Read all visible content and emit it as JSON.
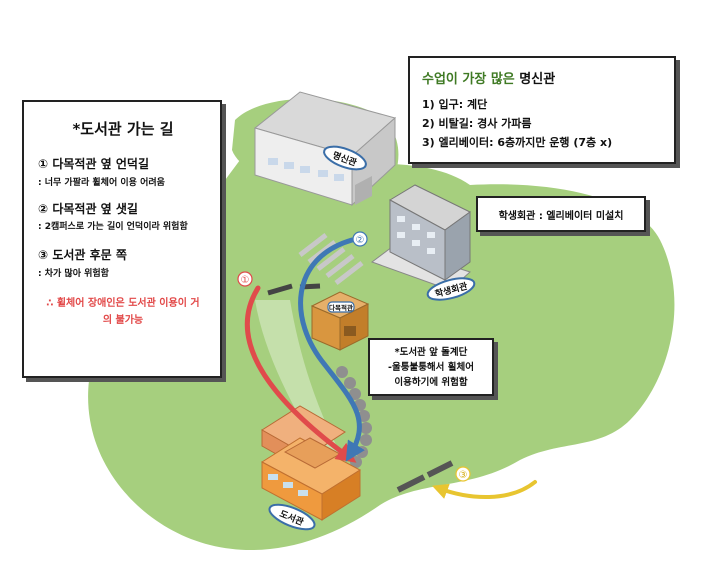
{
  "buildings": {
    "myeongsin": "명신관",
    "student_hall": "학생회관",
    "library": "도서관",
    "multipurpose": "다목적관"
  },
  "route_markers": [
    "①",
    "②",
    "③"
  ],
  "myeongsin_box": {
    "title_highlight": "수업이 가장 많은",
    "title_rest": " 명신관",
    "lines": [
      "1) 입구: 계단",
      "2) 비탈길: 경사 가파름",
      "3) 엘리베이터: 6층까지만 운행 (7층 x)"
    ]
  },
  "library_box": {
    "title": "*도서관 가는 길",
    "routes": [
      {
        "head": "① 다목적관 옆 언덕길",
        "desc": ": 너무 가팔라 휠체어 이용 어려움"
      },
      {
        "head": "② 다목적관 옆 샛길",
        "desc": ": 2캠퍼스로 가는 길이 언덕이라 위험함"
      },
      {
        "head": "③ 도서관 후문 쪽",
        "desc": ": 차가 많아 위험함"
      }
    ],
    "conclusion": "∴ 휠체어 장애인은 도서관 이용이 거의 불가능"
  },
  "student_box": {
    "text": "학생회관 : 엘리베이터 미설치"
  },
  "stairs_box": {
    "lines": [
      "*도서관 앞 돌계단",
      "-울퉁불퉁해서 휠체어",
      "이용하기에 위험함"
    ]
  },
  "colors": {
    "grass": "#a6cf7e",
    "route1": "#e04b4b",
    "route2": "#3f78b5",
    "route3": "#e8c530",
    "accent_green": "#3f7a24",
    "warning_red": "#e24848"
  }
}
